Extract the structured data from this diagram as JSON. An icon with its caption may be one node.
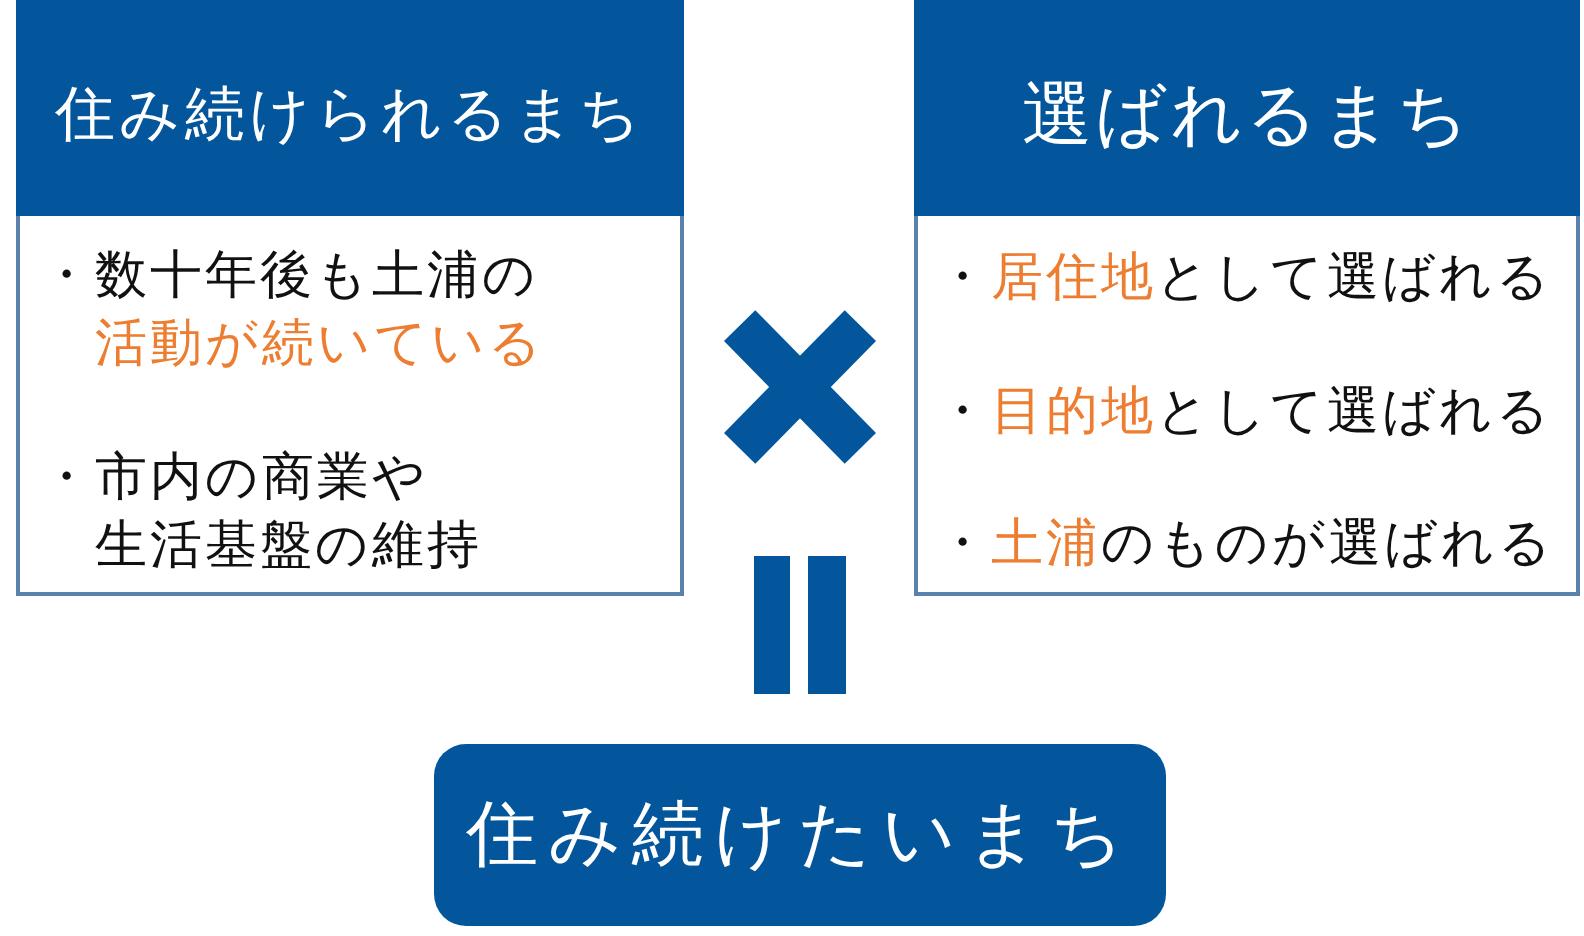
{
  "diagram": {
    "nodes": [
      {
        "text": [
          "住み続けられるまち",
          "・数十年後も土浦の**活動が続いている**",
          "・市内の商業や生活基盤の維持"
        ]
      },
      {
        "text": [
          "選ばれるまち",
          "・**居住地**として選ばれる",
          "・**目的地**として選ばれる",
          "・**土浦**のものが選ばれる"
        ]
      },
      {
        "text": [
          "住み続けたいまち"
        ]
      }
    ]
  }
}
